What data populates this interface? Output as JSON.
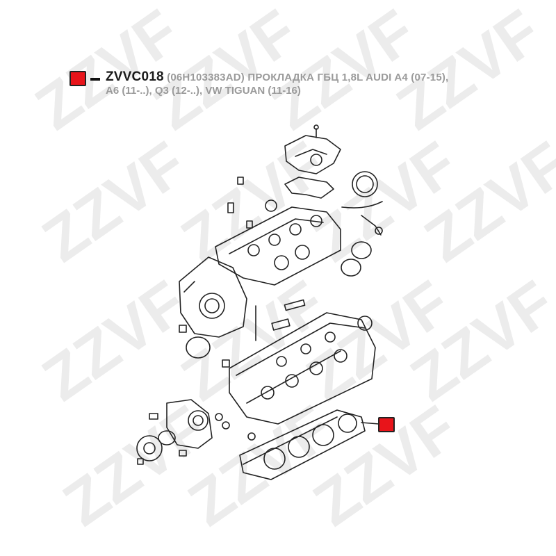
{
  "part": {
    "code": "ZVVC018",
    "oem": "(06H103383AD)",
    "description_line1": "ПРОКЛАДКА ГБЦ 1,8L AUDI A4 (07-15),",
    "description_line2": "A6 (11-..), Q3 (12-..), VW TIGUAN (11-16)"
  },
  "watermark": {
    "text": "ZZVF"
  },
  "colors": {
    "marker": "#e8141a",
    "watermark": "#d9d9d9",
    "text_grey": "#9a9a9a",
    "line": "#222222"
  },
  "icons": {
    "marker": "red-square-marker-icon"
  }
}
